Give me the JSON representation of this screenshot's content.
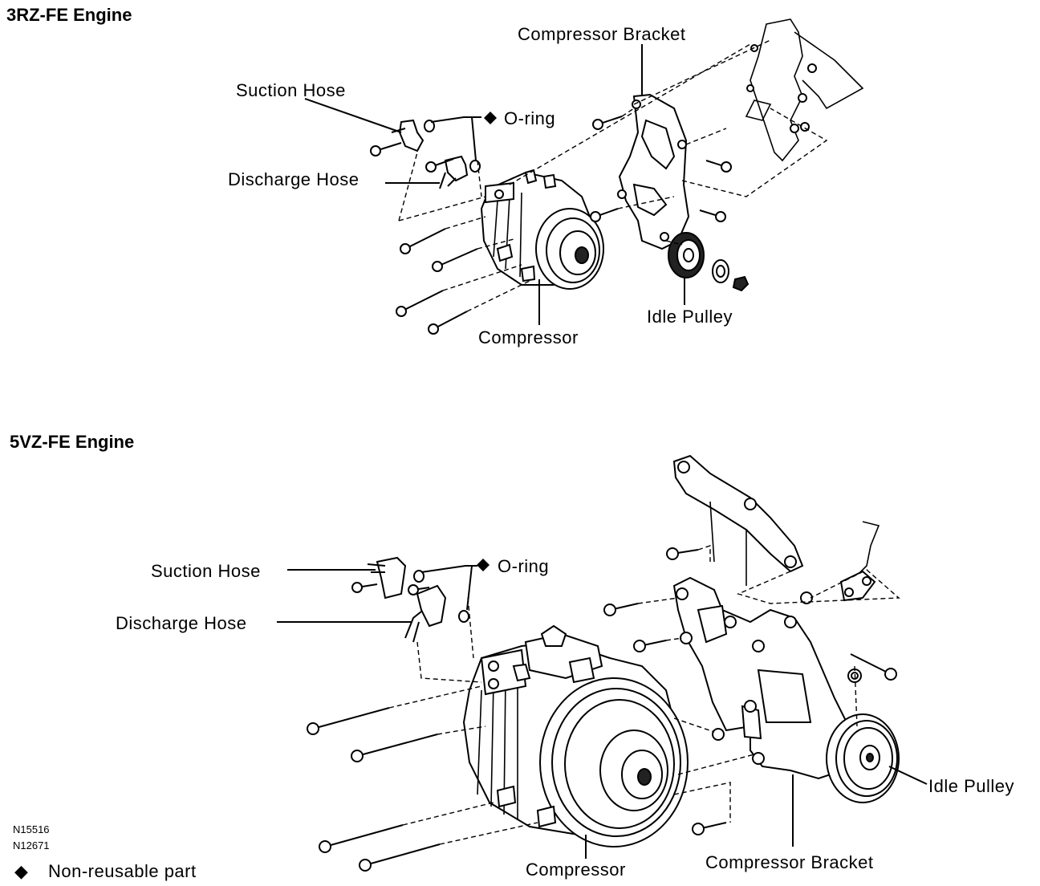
{
  "sections": {
    "top": {
      "title": "3RZ-FE Engine",
      "labels": {
        "compressor_bracket": "Compressor Bracket",
        "suction_hose": "Suction Hose",
        "o_ring": "O-ring",
        "discharge_hose": "Discharge Hose",
        "idle_pulley": "Idle Pulley",
        "compressor": "Compressor"
      }
    },
    "bottom": {
      "title": "5VZ-FE Engine",
      "labels": {
        "suction_hose": "Suction Hose",
        "o_ring": "O-ring",
        "discharge_hose": "Discharge Hose",
        "idle_pulley": "Idle Pulley",
        "compressor": "Compressor",
        "compressor_bracket": "Compressor Bracket"
      }
    }
  },
  "figure_codes": [
    "N15516",
    "N12671"
  ],
  "legend": {
    "symbol": "◆",
    "text": "Non-reusable part"
  }
}
